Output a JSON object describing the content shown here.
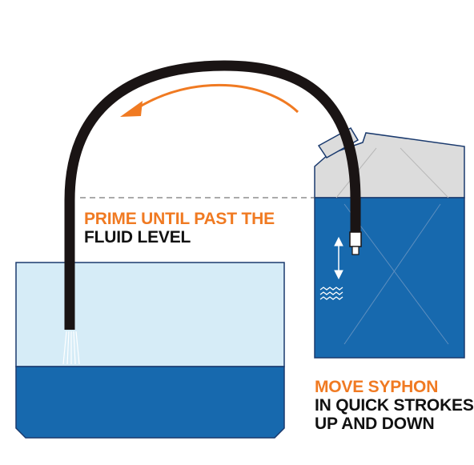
{
  "colors": {
    "accent": "#f07a22",
    "hose": "#1a1414",
    "fluid_dark": "#1769ae",
    "fluid_light": "#d6ecf7",
    "container_top": "#dcdcdc",
    "outline": "#1a3a6e"
  },
  "labels": {
    "prime_line1": "PRIME UNTIL PAST THE",
    "prime_line2": "FLUID LEVEL",
    "move_line1": "MOVE SYPHON",
    "move_line2": "IN QUICK STROKES",
    "move_line3": "UP AND DOWN"
  },
  "icons": {
    "flow_arrow": "curved-arrow-left-icon",
    "stroke_arrow": "double-arrow-vertical-icon",
    "waves": "wave-icon"
  }
}
